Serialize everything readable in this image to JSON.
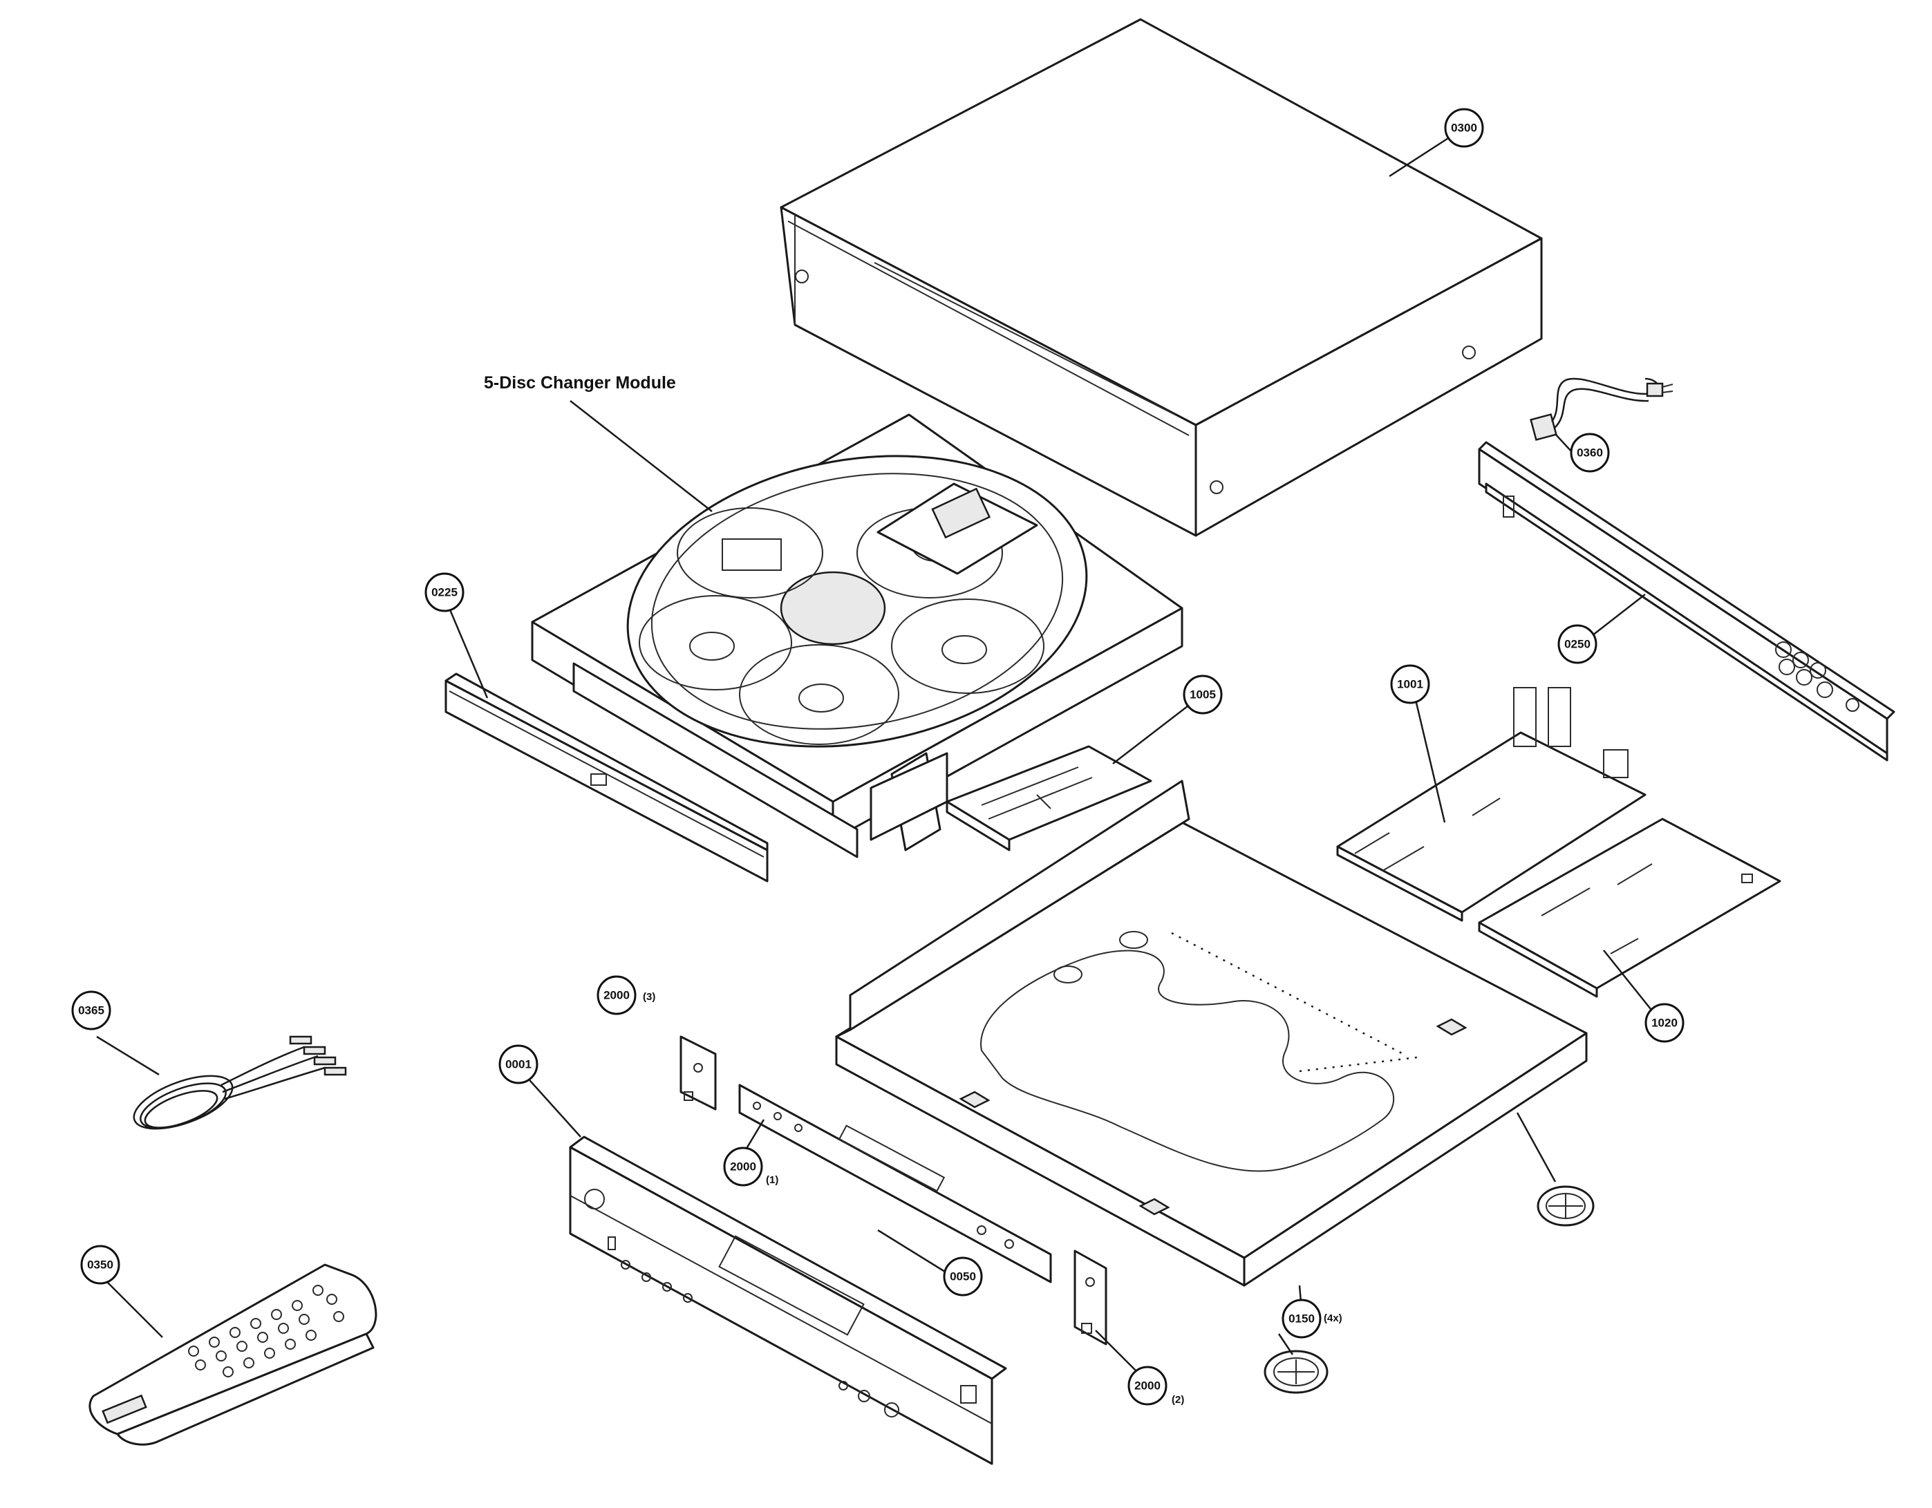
{
  "module_label": "5-Disc Changer Module",
  "callouts": {
    "p0300": "0300",
    "p0360": "0360",
    "p0225": "0225",
    "p0250": "0250",
    "p1005": "1005",
    "p1001": "1001",
    "p1020": "1020",
    "p0365": "0365",
    "p2000_3": "2000",
    "p0001": "0001",
    "p2000_1": "2000",
    "p0350": "0350",
    "p0050": "0050",
    "p0150": "0150",
    "p2000_2": "2000"
  },
  "quantities": {
    "p2000_3": "(3)",
    "p2000_1": "(1)",
    "p0150": "(4x)",
    "p2000_2": "(2)"
  }
}
